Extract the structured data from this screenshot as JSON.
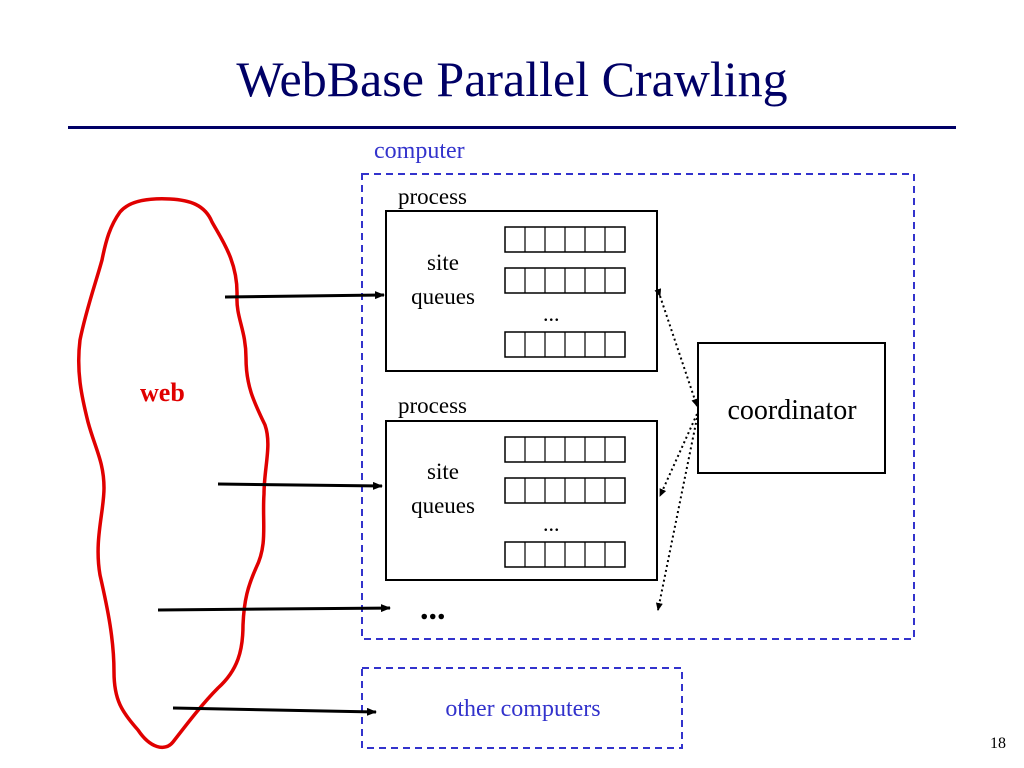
{
  "title": "WebBase Parallel Crawling",
  "computer_label": "computer",
  "processes": [
    {
      "label": "process",
      "site_queues": [
        "site",
        "queues"
      ],
      "ellipsis": "..."
    },
    {
      "label": "process",
      "site_queues": [
        "site",
        "queues"
      ],
      "ellipsis": "..."
    }
  ],
  "more_processes": "...",
  "coordinator_label": "coordinator",
  "web_label": "web",
  "other_computers_label": "other computers",
  "page_number": "18",
  "colors": {
    "title": "#000066",
    "dashed_border": "#3333cc",
    "web_outline": "#e00000"
  }
}
